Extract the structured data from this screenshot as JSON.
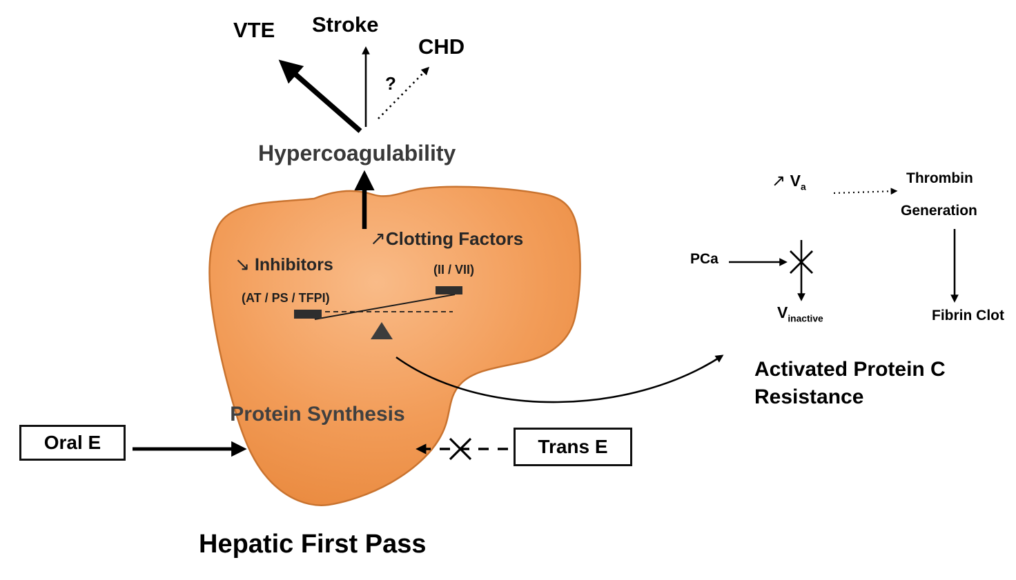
{
  "colors": {
    "liver_light": "#f9bb88",
    "liver_mid": "#f29c58",
    "liver_dark": "#e8873b",
    "liver_outline": "#c9732f",
    "ink": "#000000",
    "ink_soft": "#383838"
  },
  "outcomes": {
    "vte": "VTE",
    "stroke": "Stroke",
    "chd": "CHD",
    "uncertainty": "?"
  },
  "hypercoagulability": "Hypercoagulability",
  "liver": {
    "clotting_glyph": "↗",
    "clotting_factors": "Clotting Factors",
    "clotting_detail": "(II / VII)",
    "inhibitors_glyph": "↘",
    "inhibitors": "Inhibitors",
    "inhibitors_detail": "(AT / PS / TFPI)",
    "protein_synthesis": "Protein Synthesis"
  },
  "estrogen": {
    "oral": "Oral E",
    "transdermal": "Trans E"
  },
  "apc_panel": {
    "increase_glyph": "↗",
    "factor_v": "V",
    "factor_v_sub": "a",
    "thrombin_line1": "Thrombin",
    "thrombin_line2": "Generation",
    "pca": "PCa",
    "v_inactive": "V",
    "v_inactive_sub": "inactive",
    "fibrin_clot": "Fibrin Clot",
    "title_line1": "Activated Protein C",
    "title_line2": "Resistance"
  },
  "footer": {
    "title": "Hepatic First Pass"
  }
}
